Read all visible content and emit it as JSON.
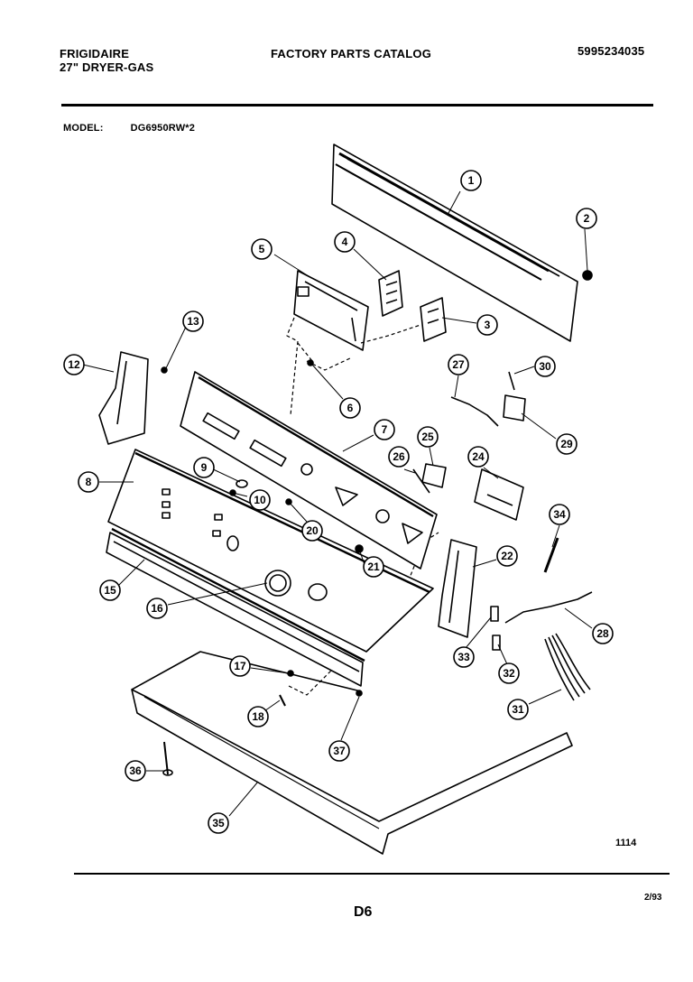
{
  "header": {
    "brand": "FRIGIDAIRE",
    "product": "27\" DRYER-GAS",
    "catalog_title": "FACTORY PARTS CATALOG",
    "part_number": "5995234035",
    "model_label": "MODEL:",
    "model_value": "DG6950RW*2"
  },
  "footer": {
    "code": "1114",
    "page": "D6",
    "date": "2/93"
  },
  "callouts": [
    {
      "n": "1"
    },
    {
      "n": "2"
    },
    {
      "n": "3"
    },
    {
      "n": "4"
    },
    {
      "n": "5"
    },
    {
      "n": "6"
    },
    {
      "n": "7"
    },
    {
      "n": "8"
    },
    {
      "n": "9"
    },
    {
      "n": "10"
    },
    {
      "n": "12"
    },
    {
      "n": "13"
    },
    {
      "n": "15"
    },
    {
      "n": "16"
    },
    {
      "n": "17"
    },
    {
      "n": "18"
    },
    {
      "n": "20"
    },
    {
      "n": "21"
    },
    {
      "n": "22"
    },
    {
      "n": "24"
    },
    {
      "n": "25"
    },
    {
      "n": "26"
    },
    {
      "n": "27"
    },
    {
      "n": "28"
    },
    {
      "n": "29"
    },
    {
      "n": "30"
    },
    {
      "n": "31"
    },
    {
      "n": "32"
    },
    {
      "n": "33"
    },
    {
      "n": "34"
    },
    {
      "n": "35"
    },
    {
      "n": "36"
    },
    {
      "n": "37"
    }
  ]
}
